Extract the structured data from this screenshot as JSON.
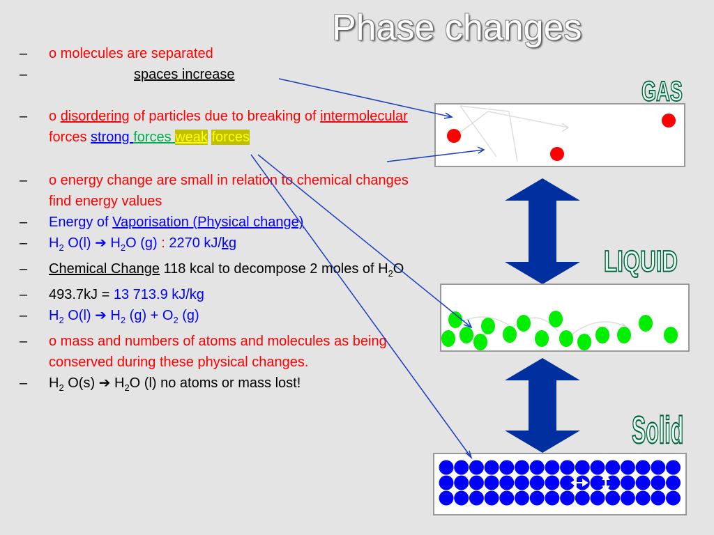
{
  "title": "Phase changes",
  "bullets": [
    {
      "parts": [
        {
          "t": "o   molecules are separated",
          "c": "red"
        }
      ]
    },
    {
      "parts": [
        {
          "t": "spaces increase",
          "c": "black",
          "u": true,
          "indent": true
        }
      ]
    },
    {
      "gap": true,
      "parts": [
        {
          "t": "o   ",
          "c": "red"
        },
        {
          "t": "disordering",
          "c": "red",
          "u": true
        },
        {
          "t": " of particles due to breaking of ",
          "c": "red"
        },
        {
          "t": "intermolecular",
          "c": "red",
          "u": true
        },
        {
          "t": " forces  ",
          "c": "red"
        },
        {
          "t": "strong ",
          "c": "blue",
          "u": true
        },
        {
          "t": "forces ",
          "c": "green",
          "u": true
        },
        {
          "t": " ",
          "c": "blue",
          "u": true
        },
        {
          "t": "weak",
          "c": "yellow",
          "u": true
        },
        {
          "t": " ",
          "c": "red"
        },
        {
          "t": "forces",
          "c": "yellow"
        }
      ]
    },
    {
      "gap": true,
      "parts": [
        {
          "t": "o   energy change are small in relation to chemical changes find energy values",
          "c": "red"
        }
      ]
    },
    {
      "parts": [
        {
          "t": "Energy of ",
          "c": "blue"
        },
        {
          "t": "Vaporisation (Physical change)",
          "c": "blue",
          "u": true
        }
      ]
    },
    {
      "parts": [
        {
          "t": "H",
          "c": "blue"
        },
        {
          "t": "2",
          "c": "blue",
          "sub": true
        },
        {
          "t": " O(l) ➔ H",
          "c": "blue"
        },
        {
          "t": "2",
          "c": "blue",
          "sub": true
        },
        {
          "t": "O (g) ",
          "c": "blue"
        },
        {
          "t": ": ",
          "c": "red"
        },
        {
          "t": "2270 kJ/",
          "c": "blue"
        },
        {
          "t": "kg",
          "c": "blue",
          "u": true
        }
      ]
    },
    {
      "parts": [
        {
          "t": "Chemical Change",
          "c": "black",
          "u": true
        },
        {
          "t": " 118 kcal to decompose 2 moles of H",
          "c": "black"
        },
        {
          "t": "2",
          "c": "black",
          "sub": true
        },
        {
          "t": "O",
          "c": "black"
        }
      ]
    },
    {
      "parts": [
        {
          "t": "493.7kJ = ",
          "c": "black"
        },
        {
          "t": "13 713.9 kJ/kg",
          "c": "blue"
        }
      ]
    },
    {
      "parts": [
        {
          "t": "H",
          "c": "blue"
        },
        {
          "t": "2",
          "c": "blue",
          "sub": true
        },
        {
          "t": " O(l) ➔ H",
          "c": "blue"
        },
        {
          "t": "2",
          "c": "blue",
          "sub": true
        },
        {
          "t": " (g) + O",
          "c": "blue"
        },
        {
          "t": "2",
          "c": "blue",
          "sub": true
        },
        {
          "t": " (g)",
          "c": "blue"
        }
      ]
    },
    {
      "parts": [
        {
          "t": "o    mass and numbers of atoms and molecules as being conserved during these physical changes.",
          "c": "red"
        }
      ]
    },
    {
      "parts": [
        {
          "t": "H",
          "c": "black"
        },
        {
          "t": "2",
          "c": "black",
          "sub": true
        },
        {
          "t": " O(s) ➔ H",
          "c": "black"
        },
        {
          "t": "2",
          "c": "black",
          "sub": true
        },
        {
          "t": "O (l) no atoms or mass lost!",
          "c": "black"
        }
      ]
    }
  ],
  "dash": "–",
  "labels": {
    "gas": "GAS",
    "liquid": "LIQUID",
    "solid": "Solid"
  },
  "colors": {
    "gas_particle": "#ff0000",
    "liquid_particle": "#00ee00",
    "solid_particle": "#0000ff",
    "arrow": "#0030a0",
    "pointer": "#1a3cc0"
  }
}
